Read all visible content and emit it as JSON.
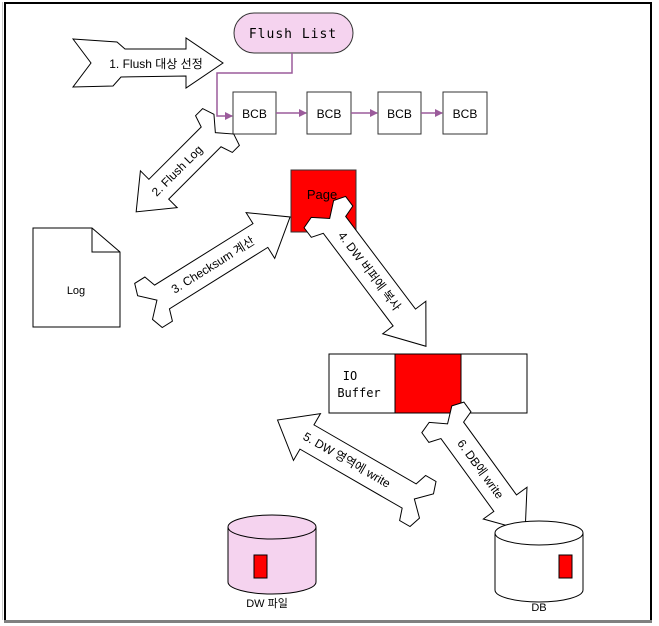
{
  "diagram": {
    "flush_list": {
      "label": "Flush List",
      "fill": "#f5d3ef"
    },
    "bcb_chain": [
      "BCB",
      "BCB",
      "BCB",
      "BCB"
    ],
    "connector_color": "#9b5b9b",
    "page": {
      "label": "Page",
      "fill": "#ff0000"
    },
    "log_file": {
      "label": "Log"
    },
    "io_buffer": {
      "label_line1": "IO",
      "label_line2": "Buffer"
    },
    "steps": [
      {
        "label": "1. Flush 대상 선정"
      },
      {
        "label": "2. Flush Log"
      },
      {
        "label": "3. Checksum 계산"
      },
      {
        "label": "4. DW 버퍼에 복사"
      },
      {
        "label": "5. DW 영역에 write"
      },
      {
        "label": "6. DB에 write"
      }
    ],
    "dw_file": {
      "label": "DW 파일",
      "fill": "#f5d3ef"
    },
    "db": {
      "label": "DB",
      "fill": "#ffffff"
    },
    "accent_red": "#ff0000"
  }
}
